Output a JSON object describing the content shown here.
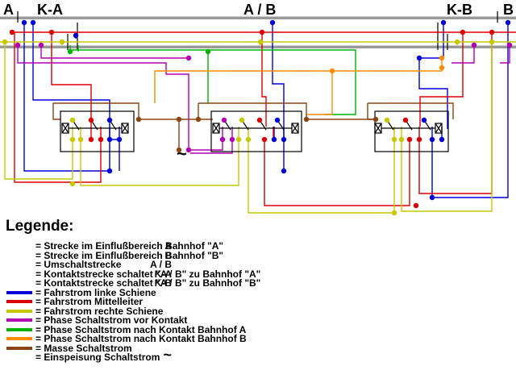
{
  "top_labels": {
    "a": "A",
    "ka": "K-A",
    "ab": "A / B",
    "kb": "K-B",
    "b": "B"
  },
  "colors": {
    "blue": "#0000dd",
    "red": "#dd0000",
    "yellow": "#c8c800",
    "purple": "#b400b4",
    "green": "#00b400",
    "orange": "#ff8c00",
    "brown": "#8b4513",
    "rail": "#999999",
    "black": "#000000"
  },
  "legend": {
    "title": "Legende:",
    "entries": [
      {
        "key": "A",
        "text": "= Strecke im Einflußbereich Bahnhof \"A\""
      },
      {
        "key": "B",
        "text": "= Strecke im Einflußbereich Bahnhof \"B\""
      },
      {
        "key": "A / B",
        "text": "= Umschaltstrecke"
      },
      {
        "key": "K-A",
        "text": "= Kontaktstrecke schaltet \"A / B\" zu Bahnhof \"A\""
      },
      {
        "key": "K-B",
        "text": "= Kontaktstrecke schaltet \"A / B\" zu Bahnhof \"B\""
      },
      {
        "color": "blue",
        "text": "= Fahrstrom linke Schiene"
      },
      {
        "color": "red",
        "text": "= Fahrstrom Mittelleiter"
      },
      {
        "color": "yellow",
        "text": "= Fahrstrom rechte Schiene"
      },
      {
        "color": "purple",
        "text": "= Phase Schaltstrom vor Kontakt"
      },
      {
        "color": "green",
        "text": "= Phase Schaltstrom nach Kontakt Bahnhof A"
      },
      {
        "color": "orange",
        "text": "= Phase Schaltstrom nach Kontakt Bahnhof B"
      },
      {
        "color": "brown",
        "text": "= Masse Schaltstrom"
      },
      {
        "key": "~",
        "text": "= Einspeisung Schaltstrom"
      }
    ]
  },
  "tilde_symbol": "~"
}
